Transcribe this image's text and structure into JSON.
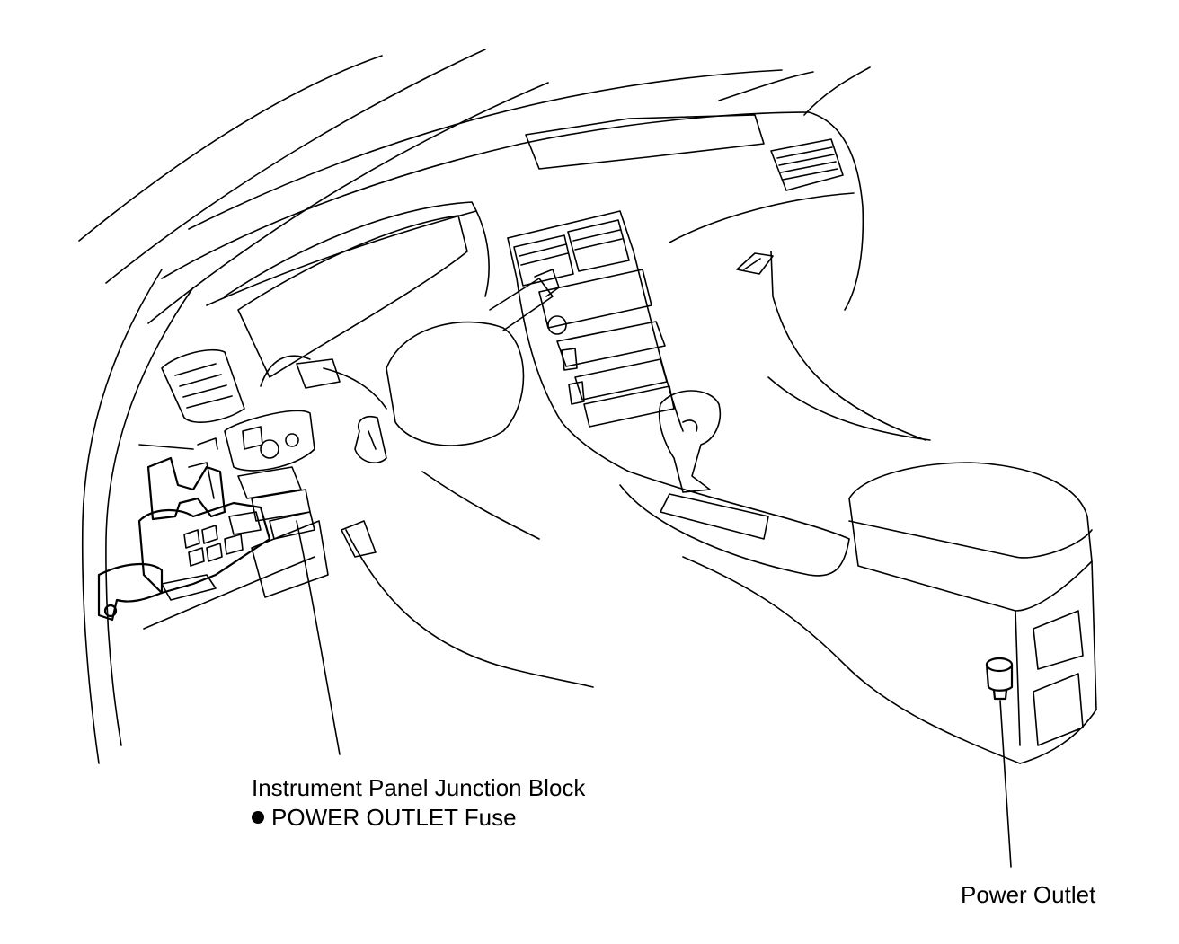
{
  "callouts": {
    "junction_block": "Instrument Panel Junction Block",
    "fuse": "POWER OUTLET Fuse",
    "power_outlet": "Power Outlet"
  },
  "icons": {
    "bullet": "bullet-dot-icon"
  }
}
